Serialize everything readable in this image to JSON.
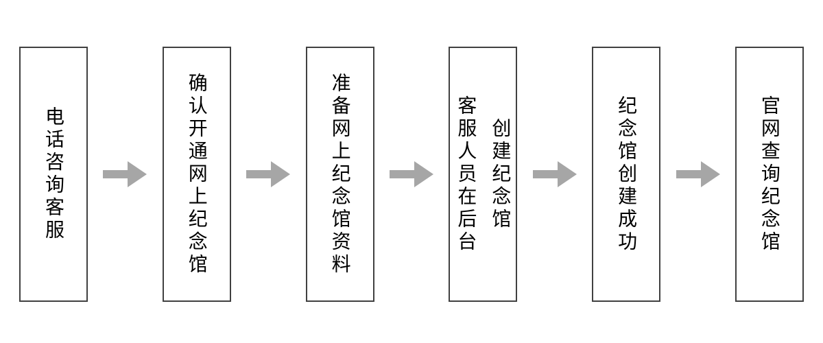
{
  "flowchart": {
    "direction": "left-to-right",
    "colors": {
      "background": "#ffffff",
      "box-fill": "#ffffff",
      "box-border": "#404040",
      "text": "#000000",
      "arrow": "#a6a6a6"
    },
    "steps": [
      {
        "id": 1,
        "label": "电话咨询客服",
        "columns": [
          "电话咨询客服"
        ]
      },
      {
        "id": 2,
        "label": "确认开通网上纪念馆",
        "columns": [
          "确认开通网上纪念馆"
        ]
      },
      {
        "id": 3,
        "label": "准备网上纪念馆资料",
        "columns": [
          "准备网上纪念馆资料"
        ]
      },
      {
        "id": 4,
        "label": "客服人员在后台创建纪念馆",
        "columns": [
          "客服人员在后台",
          "创建纪念馆"
        ]
      },
      {
        "id": 5,
        "label": "纪念馆创建成功",
        "columns": [
          "纪念馆创建成功"
        ]
      },
      {
        "id": 6,
        "label": "官网查询纪念馆",
        "columns": [
          "官网查询纪念馆"
        ]
      }
    ],
    "connector": {
      "type": "block-arrow",
      "direction": "right",
      "count": 5
    }
  }
}
